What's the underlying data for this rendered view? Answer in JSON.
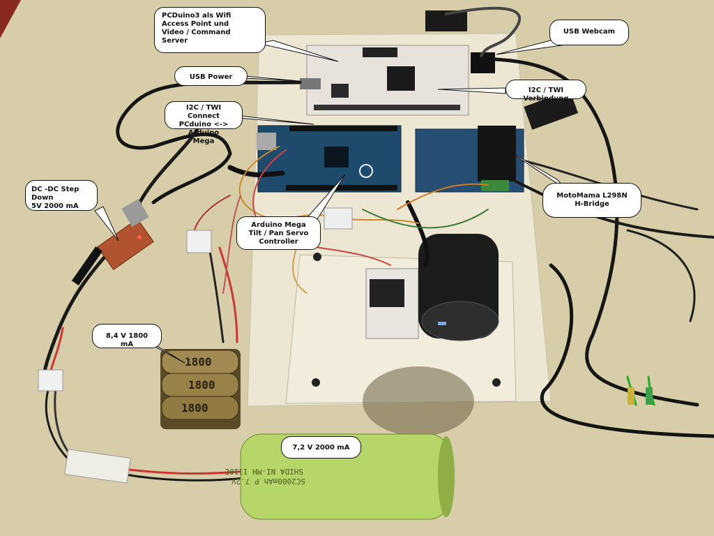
{
  "labels": {
    "pcduino": "PCDuino3 als Wifi\nAccess Point und\nVideo / Command Server",
    "usb_power": "USB Power",
    "i2c_connect": "I2C / TWI Connect\nPCduino <-> Arduino\nMega",
    "usb_webcam": "USB Webcam",
    "i2c_verbindung": "I2C / TWI Verbindung",
    "dcdc": "DC -DC Step Down\n5V 2000 mA",
    "arduino_mega": "Arduino Mega\nTilt / Pan Servo\nController",
    "motomama": "MotoMama L298N\nH-Bridge",
    "battery_84": "8,4 V 1800 mA",
    "battery_72": "7,2 V 2000 mA"
  },
  "battery_print": {
    "cells": "1800",
    "pack_line1": "SHIDA NI-MH 1110E",
    "pack_line2": "SC2000mAh P 7.2V"
  },
  "colors": {
    "background": "#d9cfae",
    "board_white": "#e8e4dc",
    "arduino_blue": "#1e4a6b",
    "battery_green": "#b7d66a"
  }
}
